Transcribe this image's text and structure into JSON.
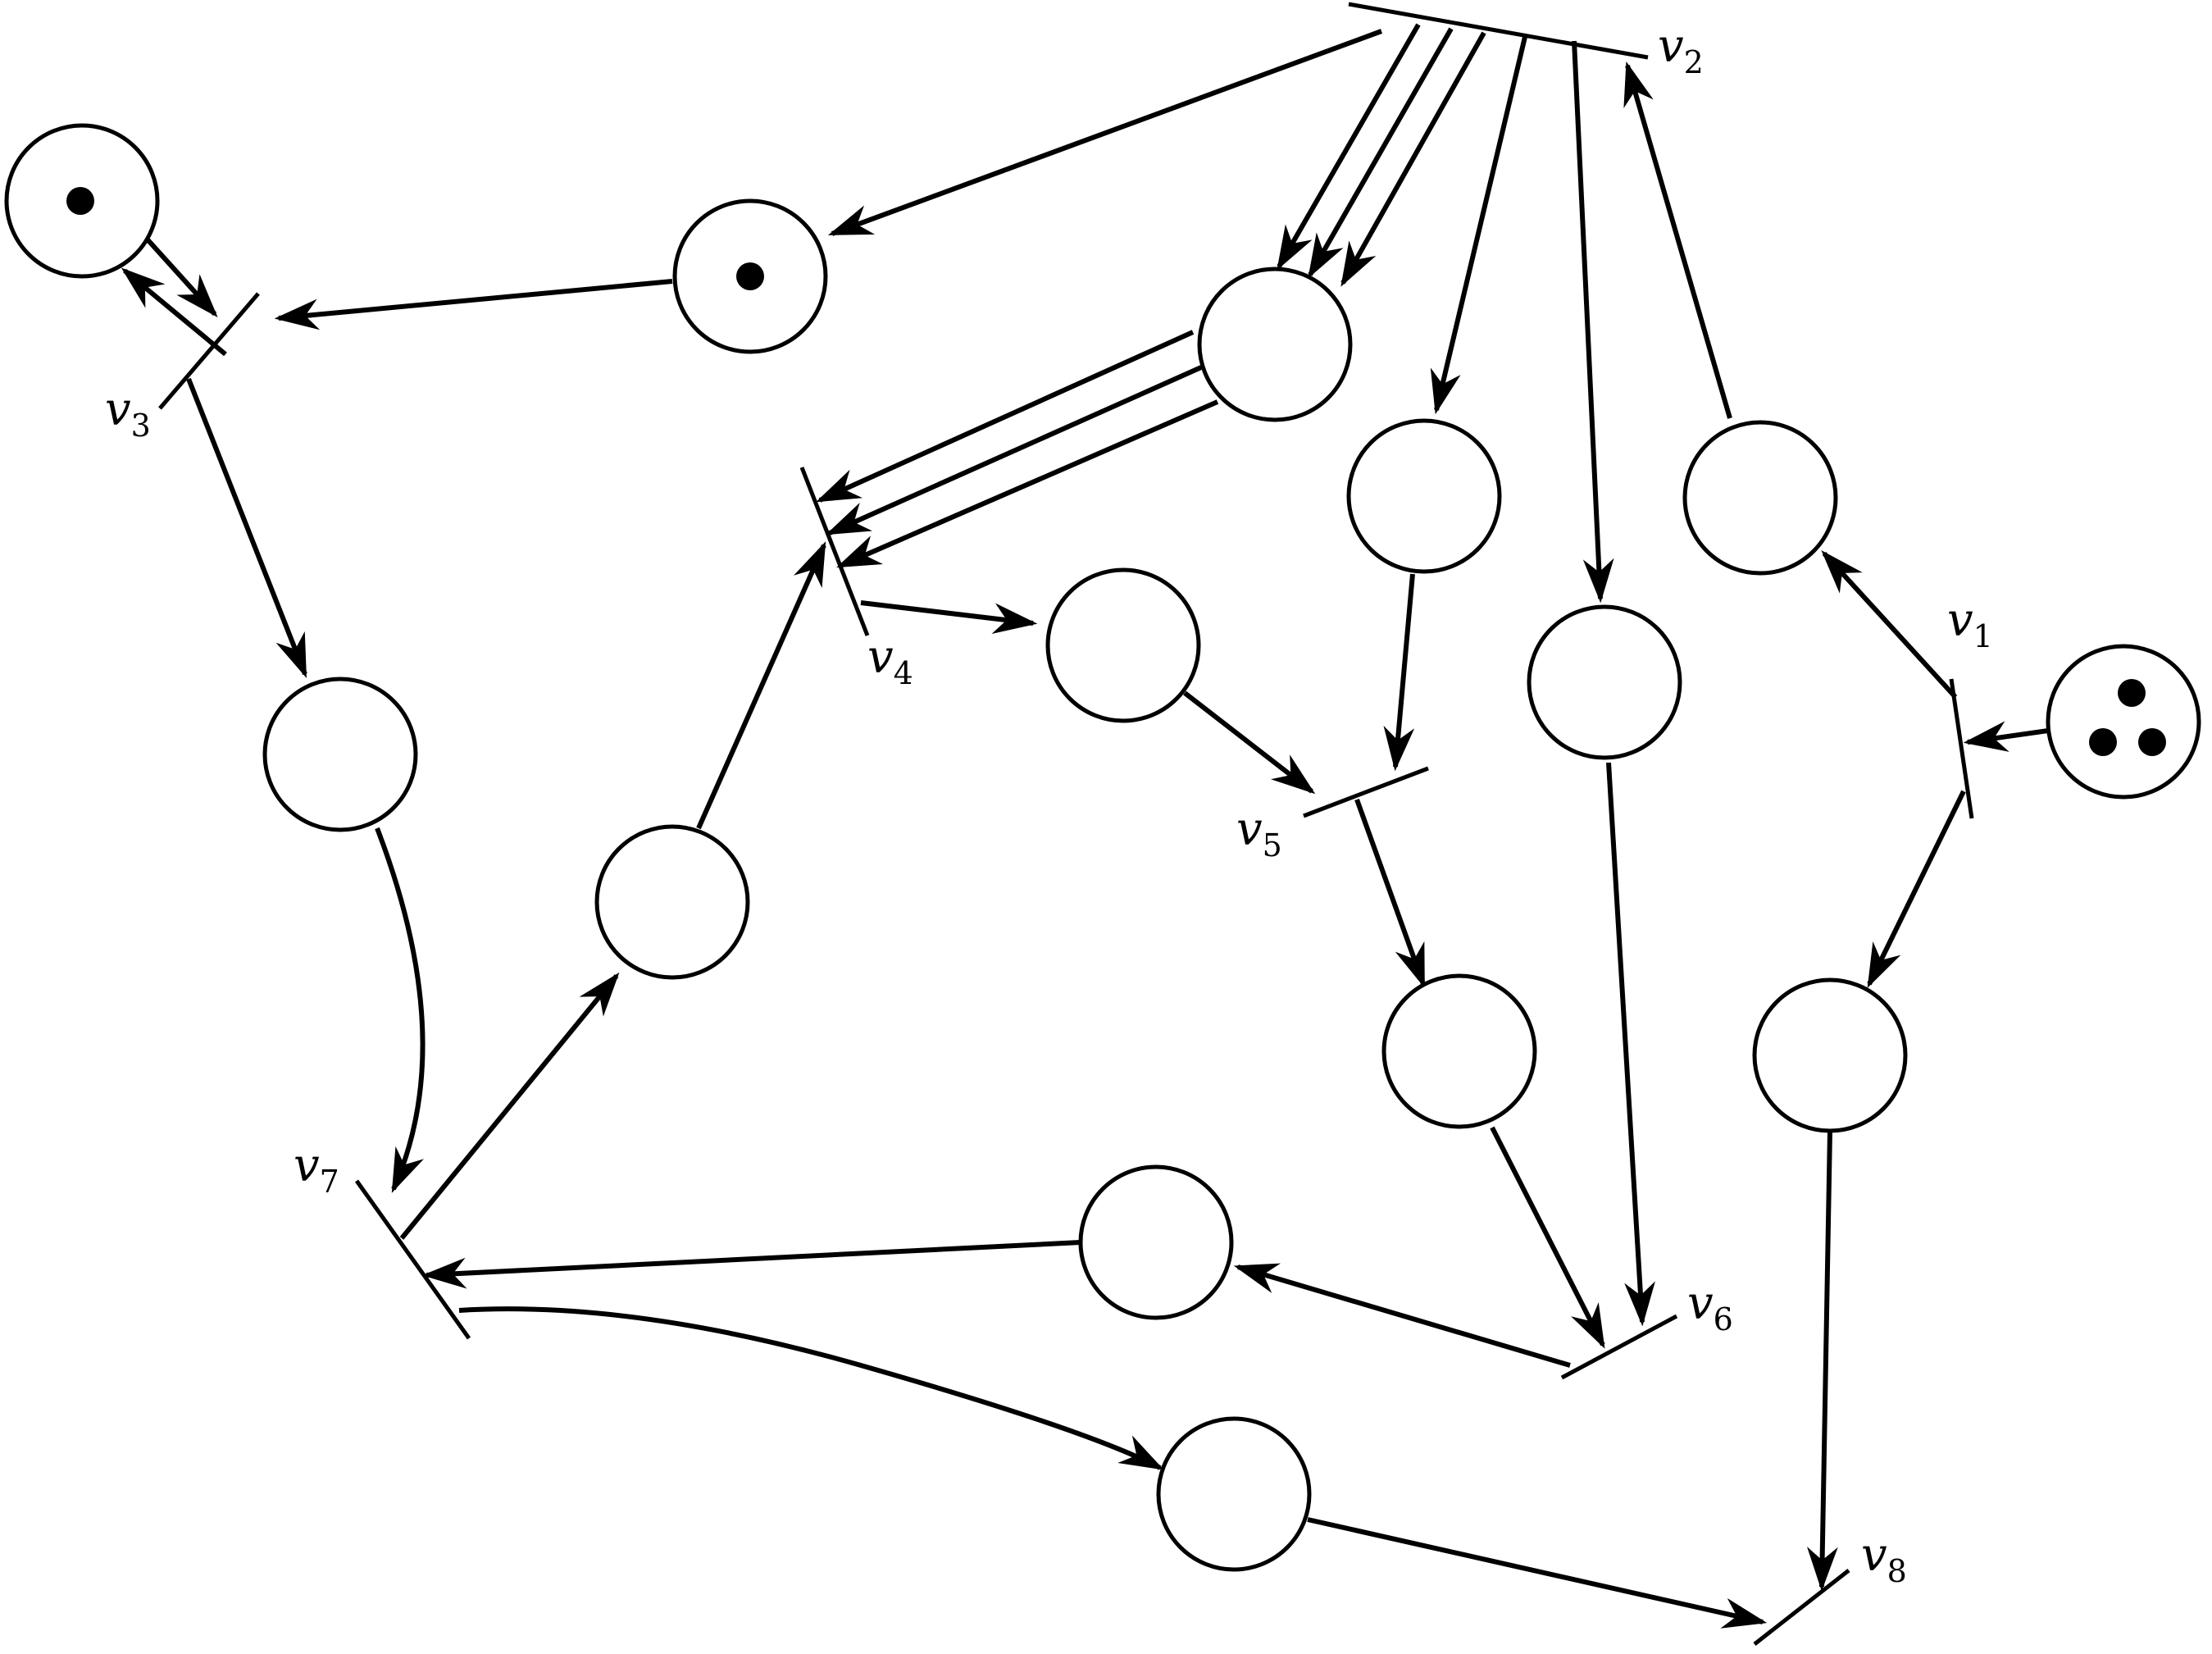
{
  "diagram": {
    "type": "petri-net",
    "transitions": [
      {
        "id": "v1",
        "name": "v",
        "sub": "1"
      },
      {
        "id": "v2",
        "name": "v",
        "sub": "2"
      },
      {
        "id": "v3",
        "name": "v",
        "sub": "3"
      },
      {
        "id": "v4",
        "name": "v",
        "sub": "4"
      },
      {
        "id": "v5",
        "name": "v",
        "sub": "5"
      },
      {
        "id": "v6",
        "name": "v",
        "sub": "6"
      },
      {
        "id": "v7",
        "name": "v",
        "sub": "7"
      },
      {
        "id": "v8",
        "name": "v",
        "sub": "8"
      }
    ],
    "places": [
      {
        "id": "p1",
        "tokens": 1
      },
      {
        "id": "p2",
        "tokens": 1
      },
      {
        "id": "p3",
        "tokens": 0
      },
      {
        "id": "p4",
        "tokens": 0
      },
      {
        "id": "p5",
        "tokens": 0
      },
      {
        "id": "p6",
        "tokens": 0
      },
      {
        "id": "p7",
        "tokens": 0
      },
      {
        "id": "p8",
        "tokens": 0
      },
      {
        "id": "p9",
        "tokens": 0
      },
      {
        "id": "p10",
        "tokens": 3
      },
      {
        "id": "p11",
        "tokens": 0
      },
      {
        "id": "p12",
        "tokens": 0
      },
      {
        "id": "p13",
        "tokens": 0
      },
      {
        "id": "p14",
        "tokens": 0
      },
      {
        "id": "p15",
        "tokens": 0
      }
    ],
    "arcs": [
      {
        "from": "v2",
        "to": "p2"
      },
      {
        "from": "v2",
        "to": "p5"
      },
      {
        "from": "v2",
        "to": "p5"
      },
      {
        "from": "v2",
        "to": "p5"
      },
      {
        "from": "v2",
        "to": "p7"
      },
      {
        "from": "v2",
        "to": "p8"
      },
      {
        "from": "p9",
        "to": "v2"
      },
      {
        "from": "p1",
        "to": "v3"
      },
      {
        "from": "v3",
        "to": "p1"
      },
      {
        "from": "p2",
        "to": "v3"
      },
      {
        "from": "v3",
        "to": "p3"
      },
      {
        "from": "p5",
        "to": "v4"
      },
      {
        "from": "p5",
        "to": "v4"
      },
      {
        "from": "p5",
        "to": "v4"
      },
      {
        "from": "v4",
        "to": "p6"
      },
      {
        "from": "p4",
        "to": "v4"
      },
      {
        "from": "p6",
        "to": "v5"
      },
      {
        "from": "p7",
        "to": "v5"
      },
      {
        "from": "v5",
        "to": "p11"
      },
      {
        "from": "p10",
        "to": "v1"
      },
      {
        "from": "v1",
        "to": "p9"
      },
      {
        "from": "v1",
        "to": "p12"
      },
      {
        "from": "p11",
        "to": "v6"
      },
      {
        "from": "p8",
        "to": "v6"
      },
      {
        "from": "v6",
        "to": "p13"
      },
      {
        "from": "p13",
        "to": "v7"
      },
      {
        "from": "p3",
        "to": "v7"
      },
      {
        "from": "v7",
        "to": "p4"
      },
      {
        "from": "v7",
        "to": "p14"
      },
      {
        "from": "p14",
        "to": "v8"
      },
      {
        "from": "p12",
        "to": "v8"
      }
    ]
  }
}
